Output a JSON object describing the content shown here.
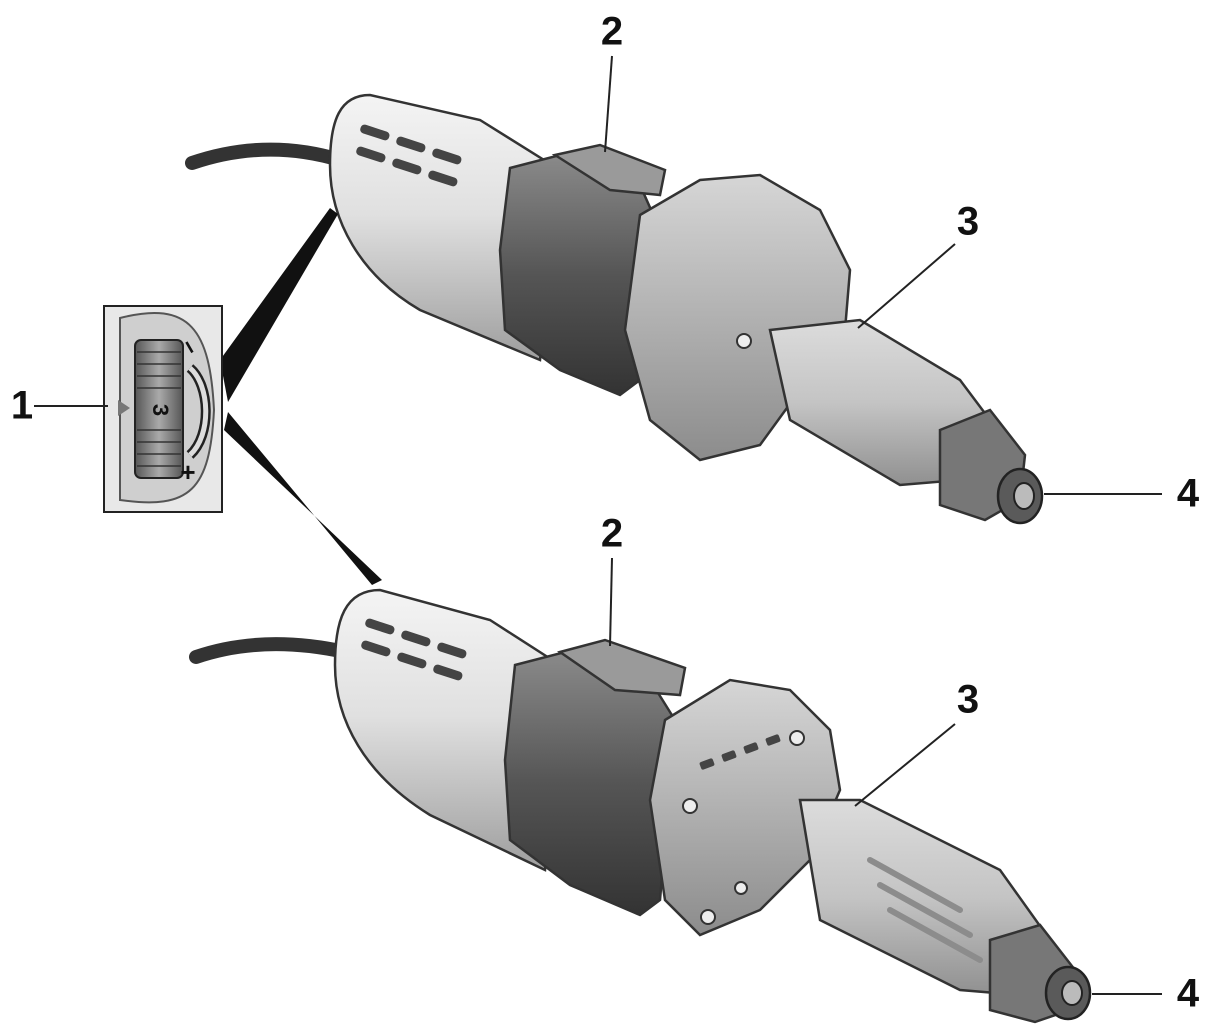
{
  "callouts": {
    "dial": "1",
    "switch_top": "2",
    "neck_top": "3",
    "collet_top": "4",
    "switch_bottom": "2",
    "neck_bottom": "3",
    "collet_bottom": "4"
  },
  "dial": {
    "value": "3",
    "minus": "−",
    "plus": "+"
  }
}
